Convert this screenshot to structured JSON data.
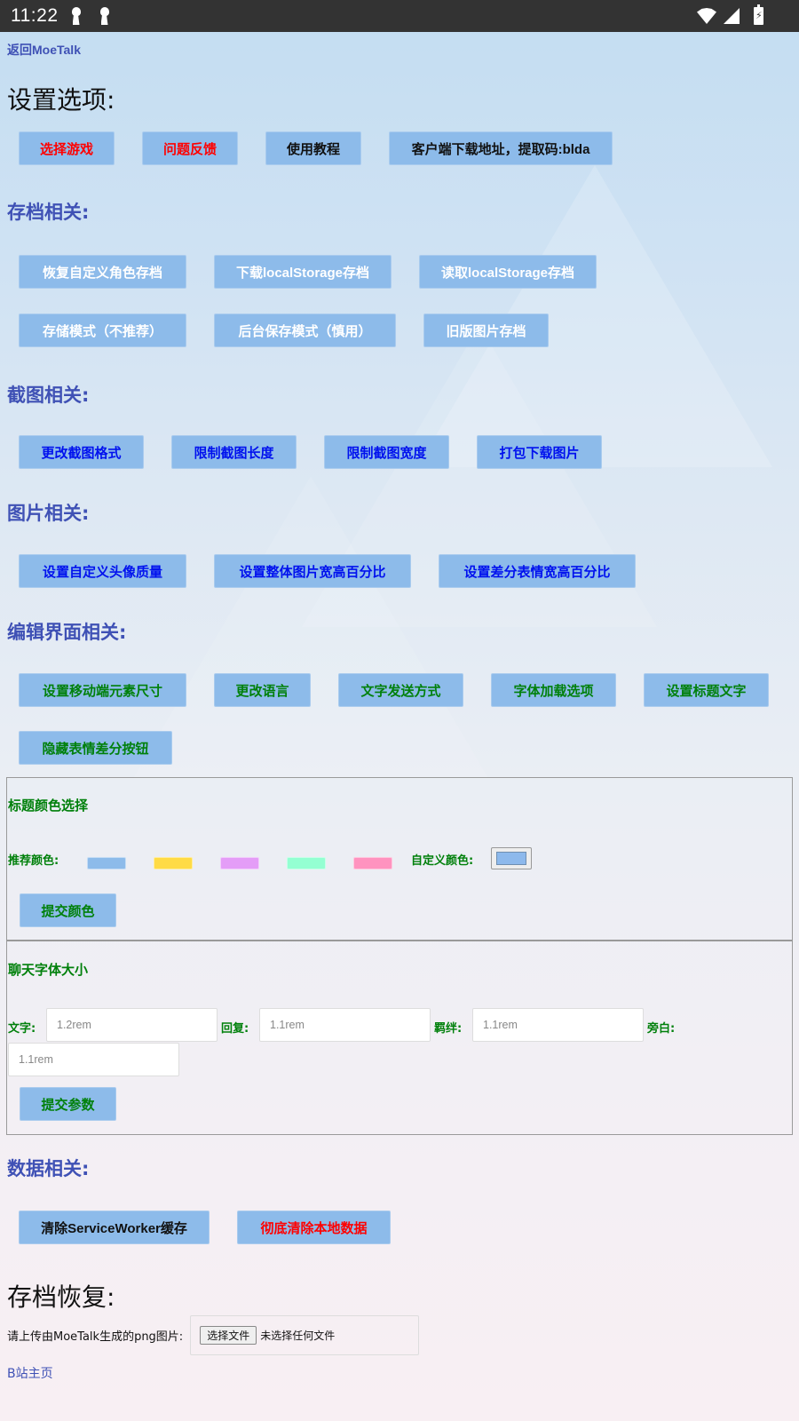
{
  "status_bar": {
    "time": "11:22",
    "notification_icons": [
      "keyhole-icon",
      "keyhole-icon"
    ],
    "right_icons": [
      "wifi-icon",
      "signal-icon",
      "battery-charging-icon"
    ],
    "battery_glyph": "⚡"
  },
  "back_link": "返回MoeTalk",
  "settings_title": "设置选项:",
  "top_buttons": [
    {
      "label": "选择游戏",
      "color": "#ff0000"
    },
    {
      "label": "问题反馈",
      "color": "#ff0000"
    },
    {
      "label": "使用教程",
      "color": "#111111"
    },
    {
      "label": "客户端下载地址，提取码:blda",
      "color": "#111111"
    }
  ],
  "sections": {
    "save": {
      "title": "存档相关:",
      "buttons": [
        "恢复自定义角色存档",
        "下载localStorage存档",
        "读取localStorage存档",
        "存储模式（不推荐）",
        "后台保存模式（慎用）",
        "旧版图片存档"
      ]
    },
    "screenshot": {
      "title": "截图相关:",
      "buttons": [
        "更改截图格式",
        "限制截图长度",
        "限制截图宽度",
        "打包下载图片"
      ]
    },
    "image": {
      "title": "图片相关:",
      "buttons": [
        "设置自定义头像质量",
        "设置整体图片宽高百分比",
        "设置差分表情宽高百分比"
      ]
    },
    "editor": {
      "title": "编辑界面相关:",
      "buttons": [
        "设置移动端元素尺寸",
        "更改语言",
        "文字发送方式",
        "字体加载选项",
        "设置标题文字",
        "隐藏表情差分按钮"
      ]
    },
    "data": {
      "title": "数据相关:",
      "buttons": [
        {
          "label": "清除ServiceWorker缓存",
          "color": "#111111"
        },
        {
          "label": "彻底清除本地数据",
          "color": "#ff0000"
        }
      ]
    }
  },
  "title_color_panel": {
    "title": "标题颜色选择",
    "recommended_label": "推荐颜色:",
    "swatches": [
      "#8dbbea",
      "#ffdb45",
      "#e49df7",
      "#94ffd2",
      "#ff93bf"
    ],
    "custom_label": "自定义颜色:",
    "custom_value": "#8db9ec",
    "submit_label": "提交颜色"
  },
  "font_size_panel": {
    "title": "聊天字体大小",
    "fields": [
      {
        "label": "文字:",
        "placeholder": "1.2rem"
      },
      {
        "label": "回复:",
        "placeholder": "1.1rem"
      },
      {
        "label": "羁绊:",
        "placeholder": "1.1rem"
      },
      {
        "label": "旁白:",
        "placeholder": "1.1rem"
      }
    ],
    "submit_label": "提交参数"
  },
  "restore": {
    "title": "存档恢复:",
    "upload_label": "请上传由MoeTalk生成的png图片:",
    "file_button": "选择文件",
    "file_status": "未选择任何文件"
  },
  "footer_link": "B站主页",
  "colors": {
    "button_bg": "#8dbbea",
    "section_title": "#3f51b5",
    "green_text": "#00800b",
    "blue_text": "#0011ee",
    "red_text": "#ff0000"
  }
}
